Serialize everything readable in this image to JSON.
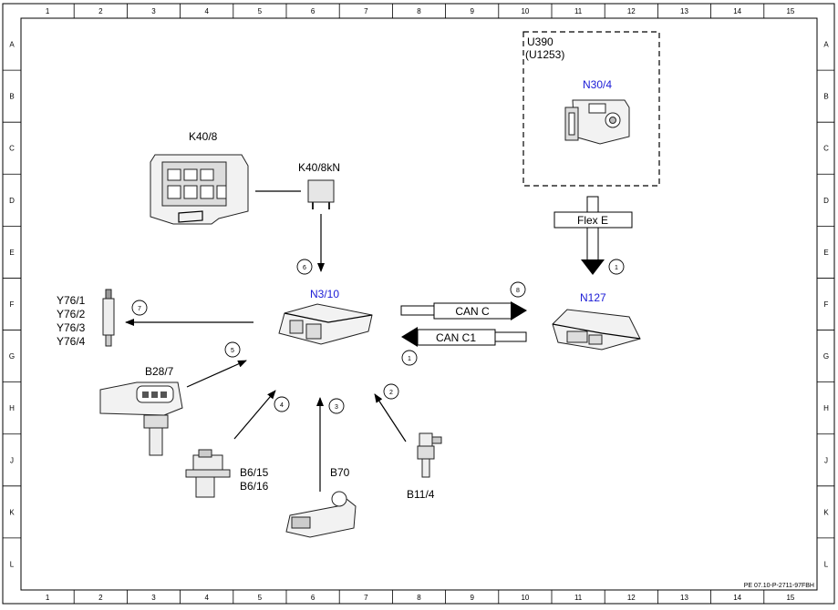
{
  "grid": {
    "columns": [
      "1",
      "2",
      "3",
      "4",
      "5",
      "6",
      "7",
      "8",
      "9",
      "10",
      "11",
      "12",
      "13",
      "14",
      "15"
    ],
    "rows": [
      "A",
      "B",
      "C",
      "D",
      "E",
      "F",
      "G",
      "H",
      "J",
      "K",
      "L"
    ]
  },
  "labels": {
    "k40_8": "K40/8",
    "k40_8kn": "K40/8kN",
    "u390": "U390",
    "u1253": "(U1253)",
    "n30_4": "N30/4",
    "flex_e": "Flex E",
    "n3_10": "N3/10",
    "n127": "N127",
    "can_c": "CAN C",
    "can_c1": "CAN C1",
    "y76_1": "Y76/1",
    "y76_2": "Y76/2",
    "y76_3": "Y76/3",
    "y76_4": "Y76/4",
    "b28_7": "B28/7",
    "b6_15": "B6/15",
    "b6_16": "B6/16",
    "b70": "B70",
    "b11_4": "B11/4",
    "footer": "PE 07.10-P-2711-97FBH"
  },
  "callouts": [
    "1",
    "1",
    "2",
    "3",
    "4",
    "5",
    "6",
    "7",
    "8"
  ],
  "colors": {
    "ecu_label": "#1a1ad6",
    "line": "#000000"
  }
}
